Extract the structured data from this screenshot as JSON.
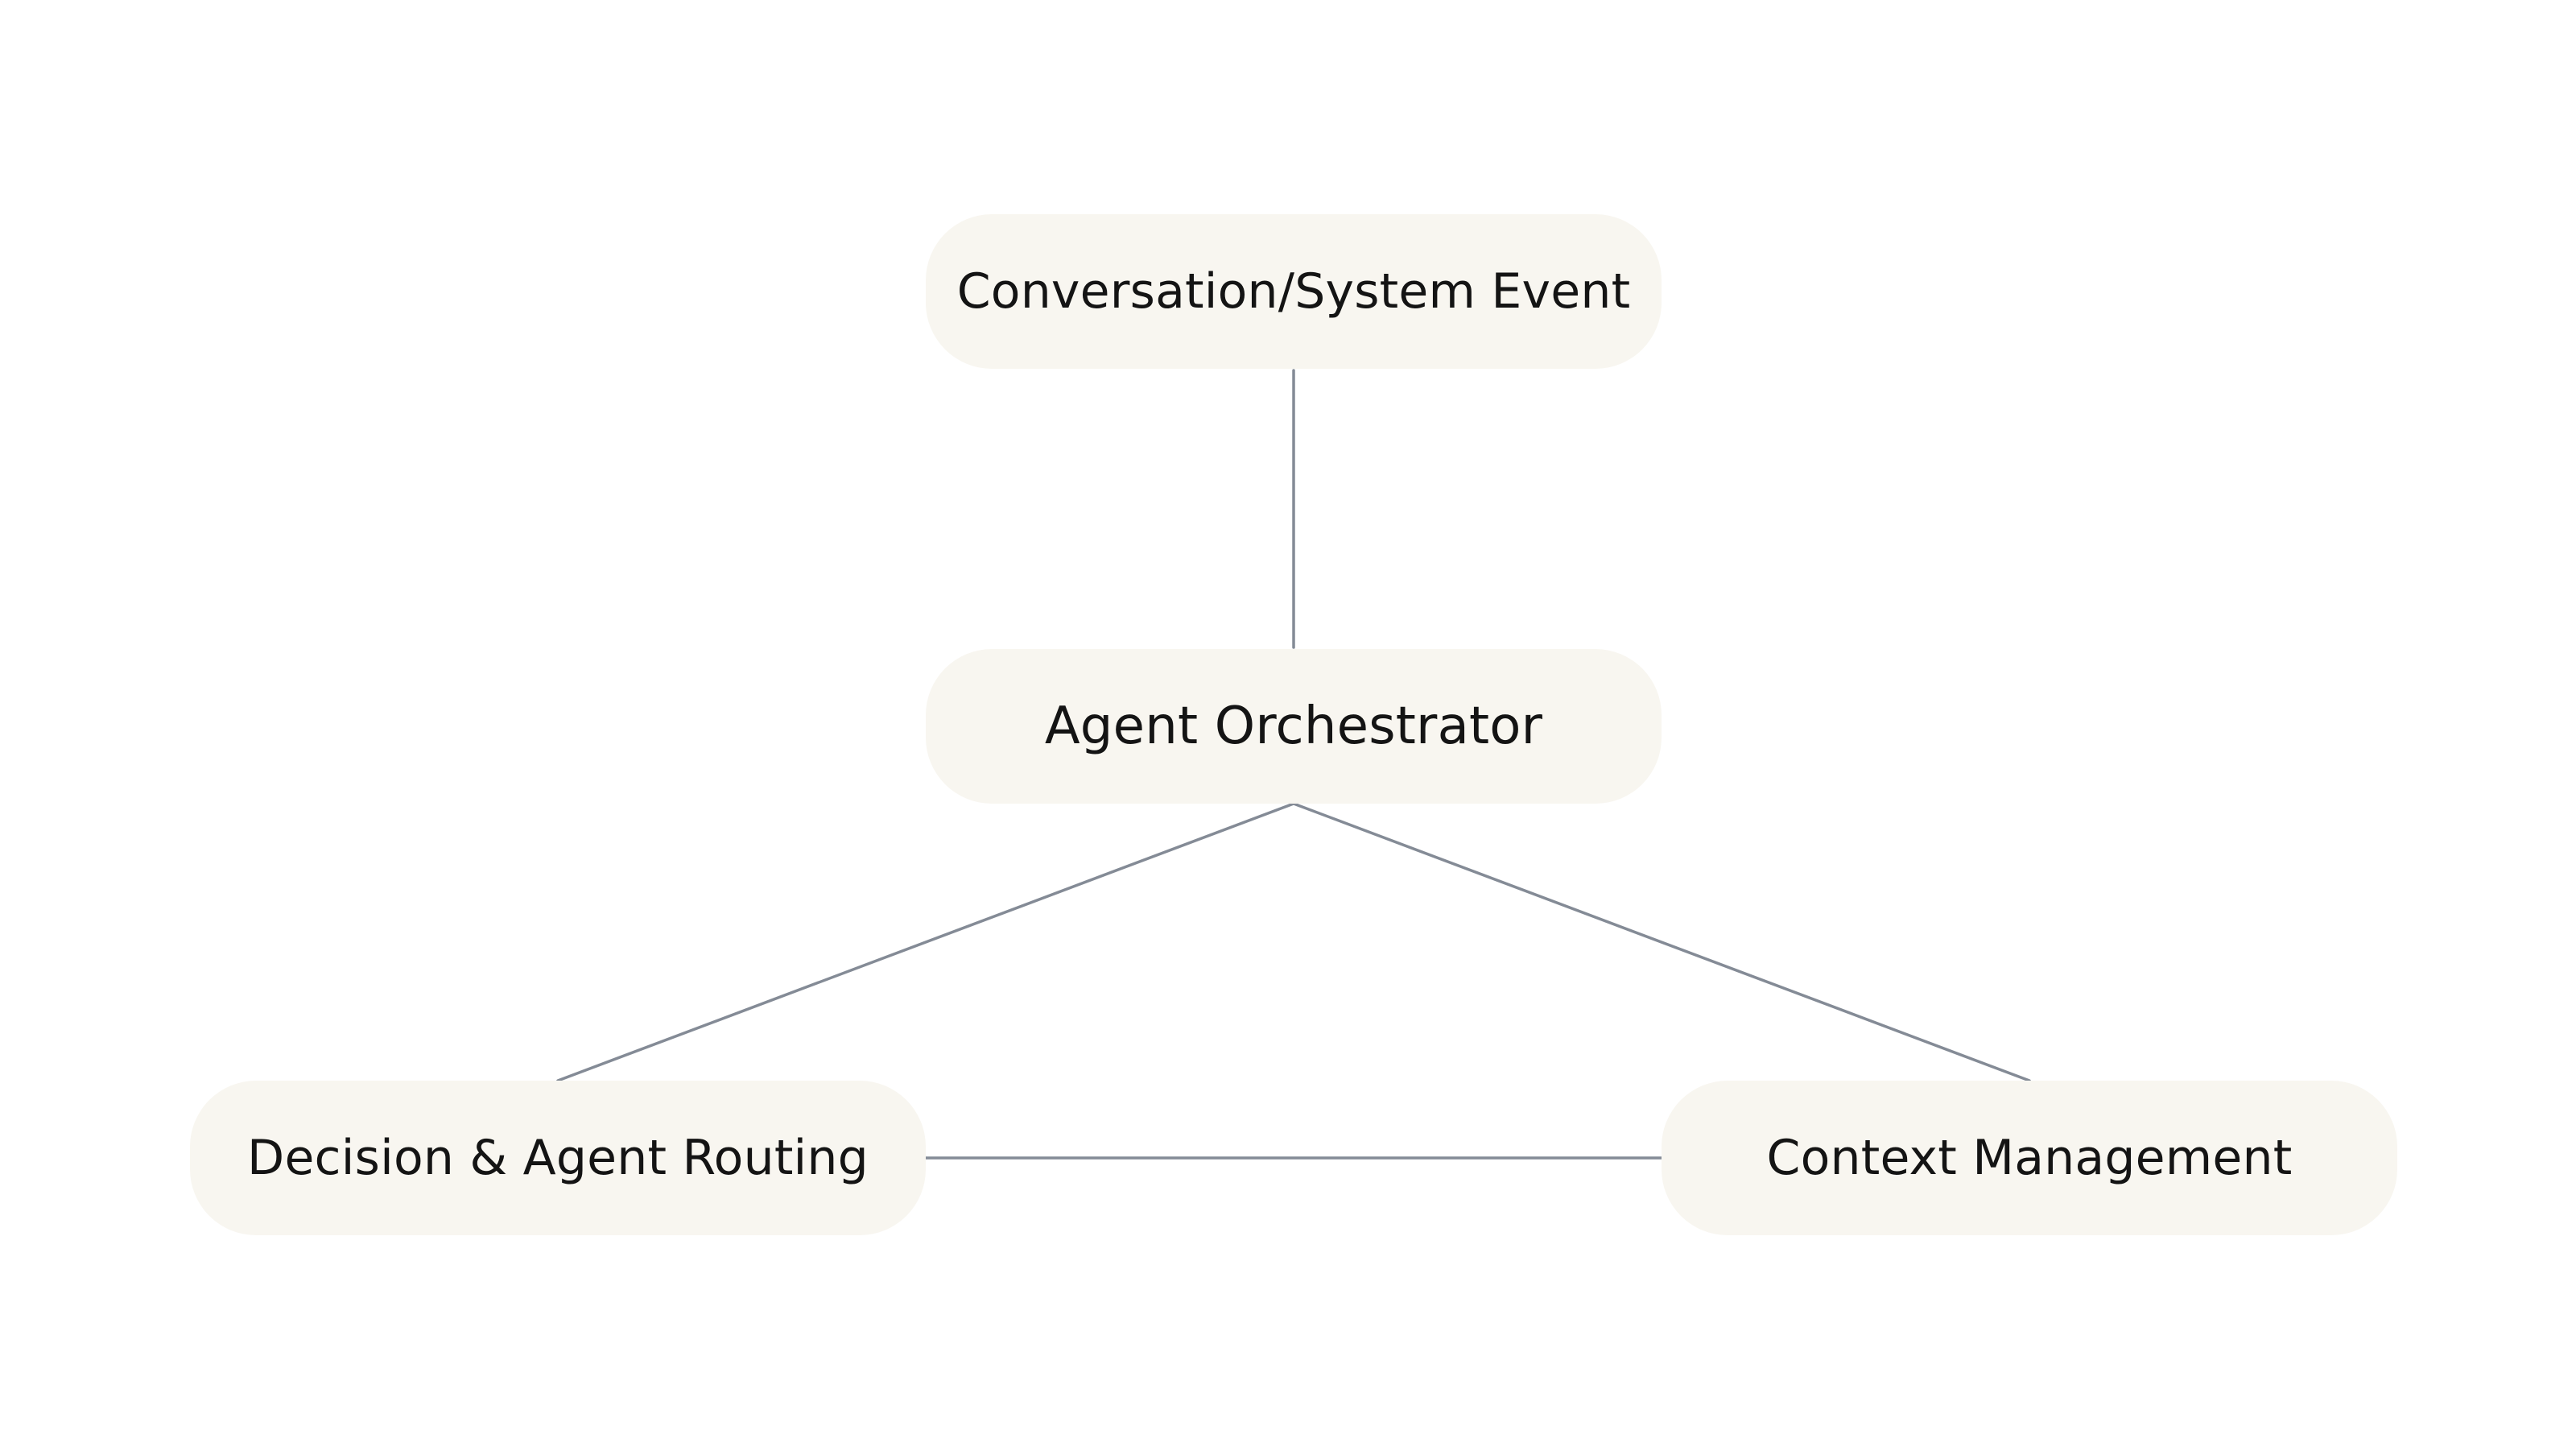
{
  "diagram": {
    "nodes": {
      "event": {
        "label": "Conversation/System Event"
      },
      "orchestrator": {
        "label": "Agent Orchestrator"
      },
      "routing": {
        "label": "Decision & Agent Routing"
      },
      "context": {
        "label": "Context Management"
      }
    },
    "edges": [
      {
        "from": "event",
        "to": "orchestrator"
      },
      {
        "from": "orchestrator",
        "to": "routing"
      },
      {
        "from": "orchestrator",
        "to": "context"
      },
      {
        "from": "routing",
        "to": "context"
      }
    ],
    "colors": {
      "node_fill": "#f8f6f0",
      "connector": "#848b96",
      "text": "#141414",
      "background": "#ffffff"
    }
  }
}
